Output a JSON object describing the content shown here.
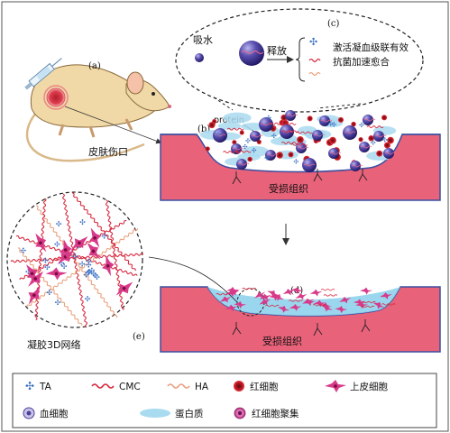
{
  "panels": {
    "a": "(a)",
    "b": "(b)",
    "c": "(c)",
    "d": "(d)",
    "e": "(e)"
  },
  "labels": {
    "skin_wound": "皮肤伤口",
    "damaged_tissue_top": "受损组织",
    "damaged_tissue_bottom": "受损组织",
    "gel_network": "凝胶3D网络",
    "absorb_water": "吸水",
    "release": "释放",
    "effect_line1": "激活凝血级联有效",
    "effect_line2": "抗菌加速愈合",
    "protein": "protein"
  },
  "legend": [
    {
      "symbol": "ta-icon",
      "label": "TA"
    },
    {
      "symbol": "cmc-icon",
      "label": "CMC"
    },
    {
      "symbol": "ha-icon",
      "label": "HA"
    },
    {
      "symbol": "red-blood-cell-icon",
      "label": "红细胞"
    },
    {
      "symbol": "epithelial-cell-icon",
      "label": "上皮细胞"
    },
    {
      "symbol": "blood-cell-icon",
      "label": "血细胞"
    },
    {
      "symbol": "protein-icon",
      "label": "蛋白质"
    },
    {
      "symbol": "rbc-aggregate-icon",
      "label": "红细胞聚集"
    }
  ],
  "colors": {
    "tissue": "#e8627a",
    "tissue_border": "#3b4ea0",
    "wound_fill": "#ffffff",
    "gel_blue": "#8fd3ec",
    "cmc_red": "#d6283e",
    "ha_orange": "#e9a07e",
    "ta_blue": "#3a6fc4",
    "sphere": "#4b3f9a",
    "epithelial": "#d83a8a",
    "mouse_body": "#f0d9a6"
  }
}
